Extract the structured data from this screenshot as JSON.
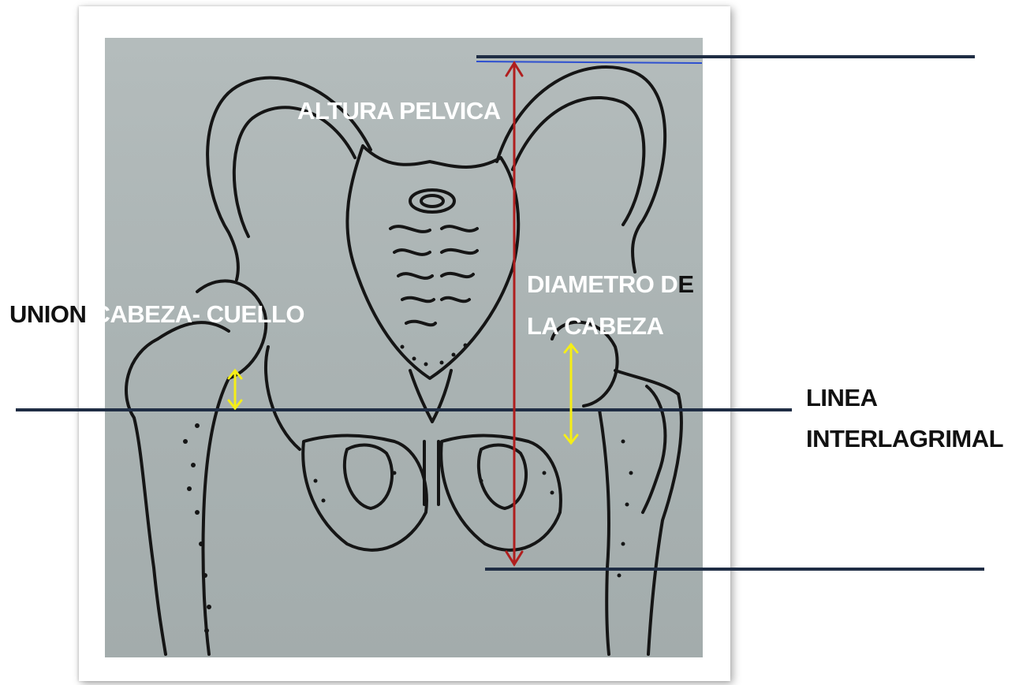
{
  "labels": {
    "altura_pelvica": "ALTURA PELVICA",
    "union_part1": "UNION",
    "union_part2": "CABEZA- CUELLO",
    "diametro_line1_part1": "DIAMETRO D",
    "diametro_line1_part2": "E",
    "diametro_line2": "LA CABEZA",
    "linea_line1": "LINEA",
    "linea_line2": "INTERLAGRIMAL"
  },
  "colors": {
    "reference_lines": "#1f2d44",
    "pelvic_height_arrow": "#b01e1e",
    "head_arrows": "#f5ee17",
    "label_on_image": "#ffffff",
    "label_outside": "#111111",
    "drawing_ink": "#151515",
    "photo_background": "#aeb6b6"
  }
}
